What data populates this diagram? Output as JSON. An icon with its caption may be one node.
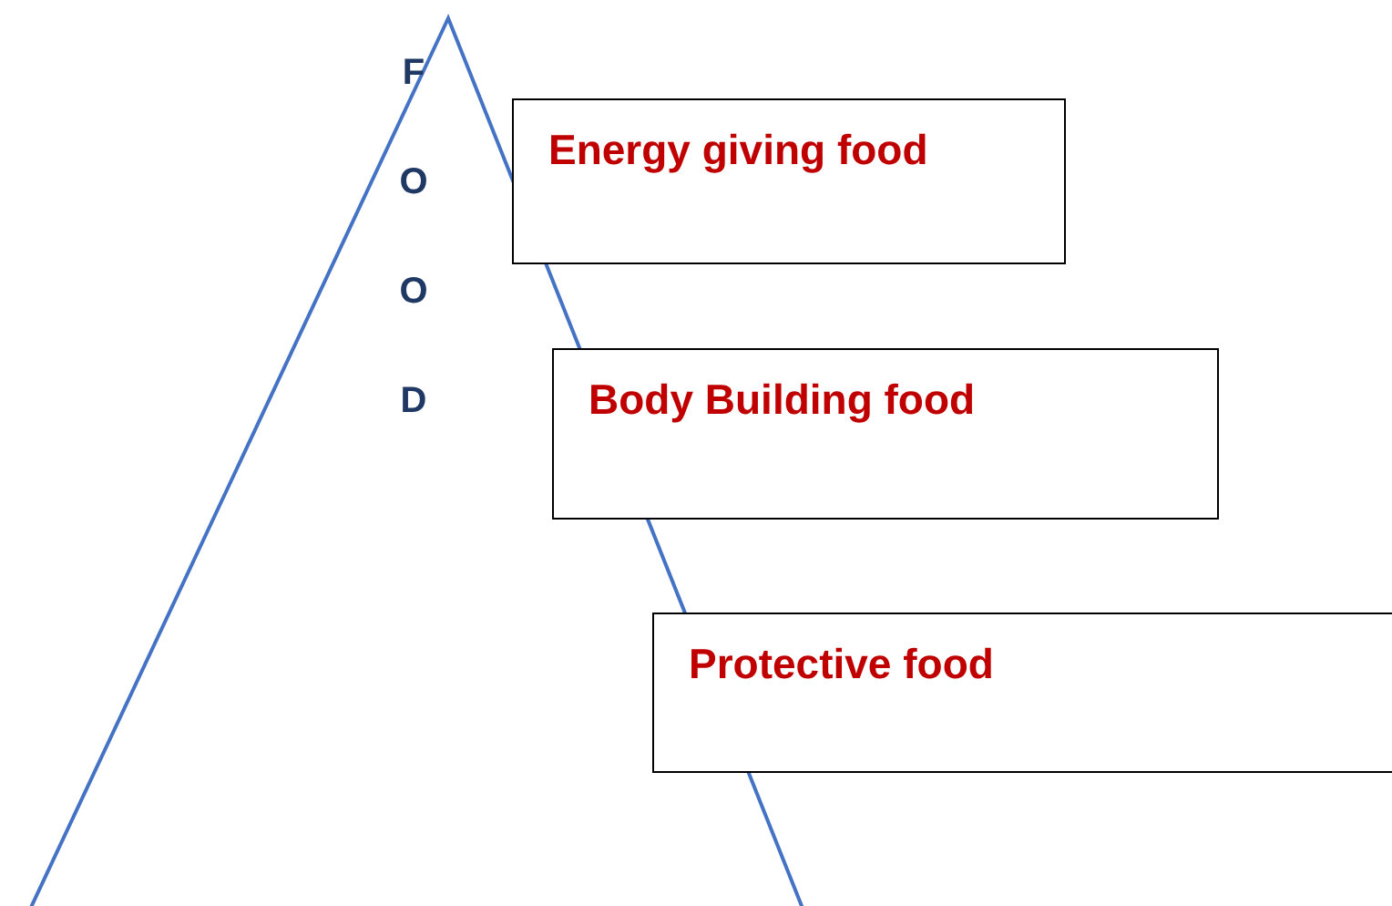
{
  "diagram": {
    "nodes": [
      {
        "text": [
          "F O O D"
        ]
      },
      {
        "text": [
          "Energy giving food"
        ]
      },
      {
        "text": [
          "Body Building food"
        ]
      },
      {
        "text": [
          "Protective food"
        ]
      }
    ],
    "edges": []
  }
}
